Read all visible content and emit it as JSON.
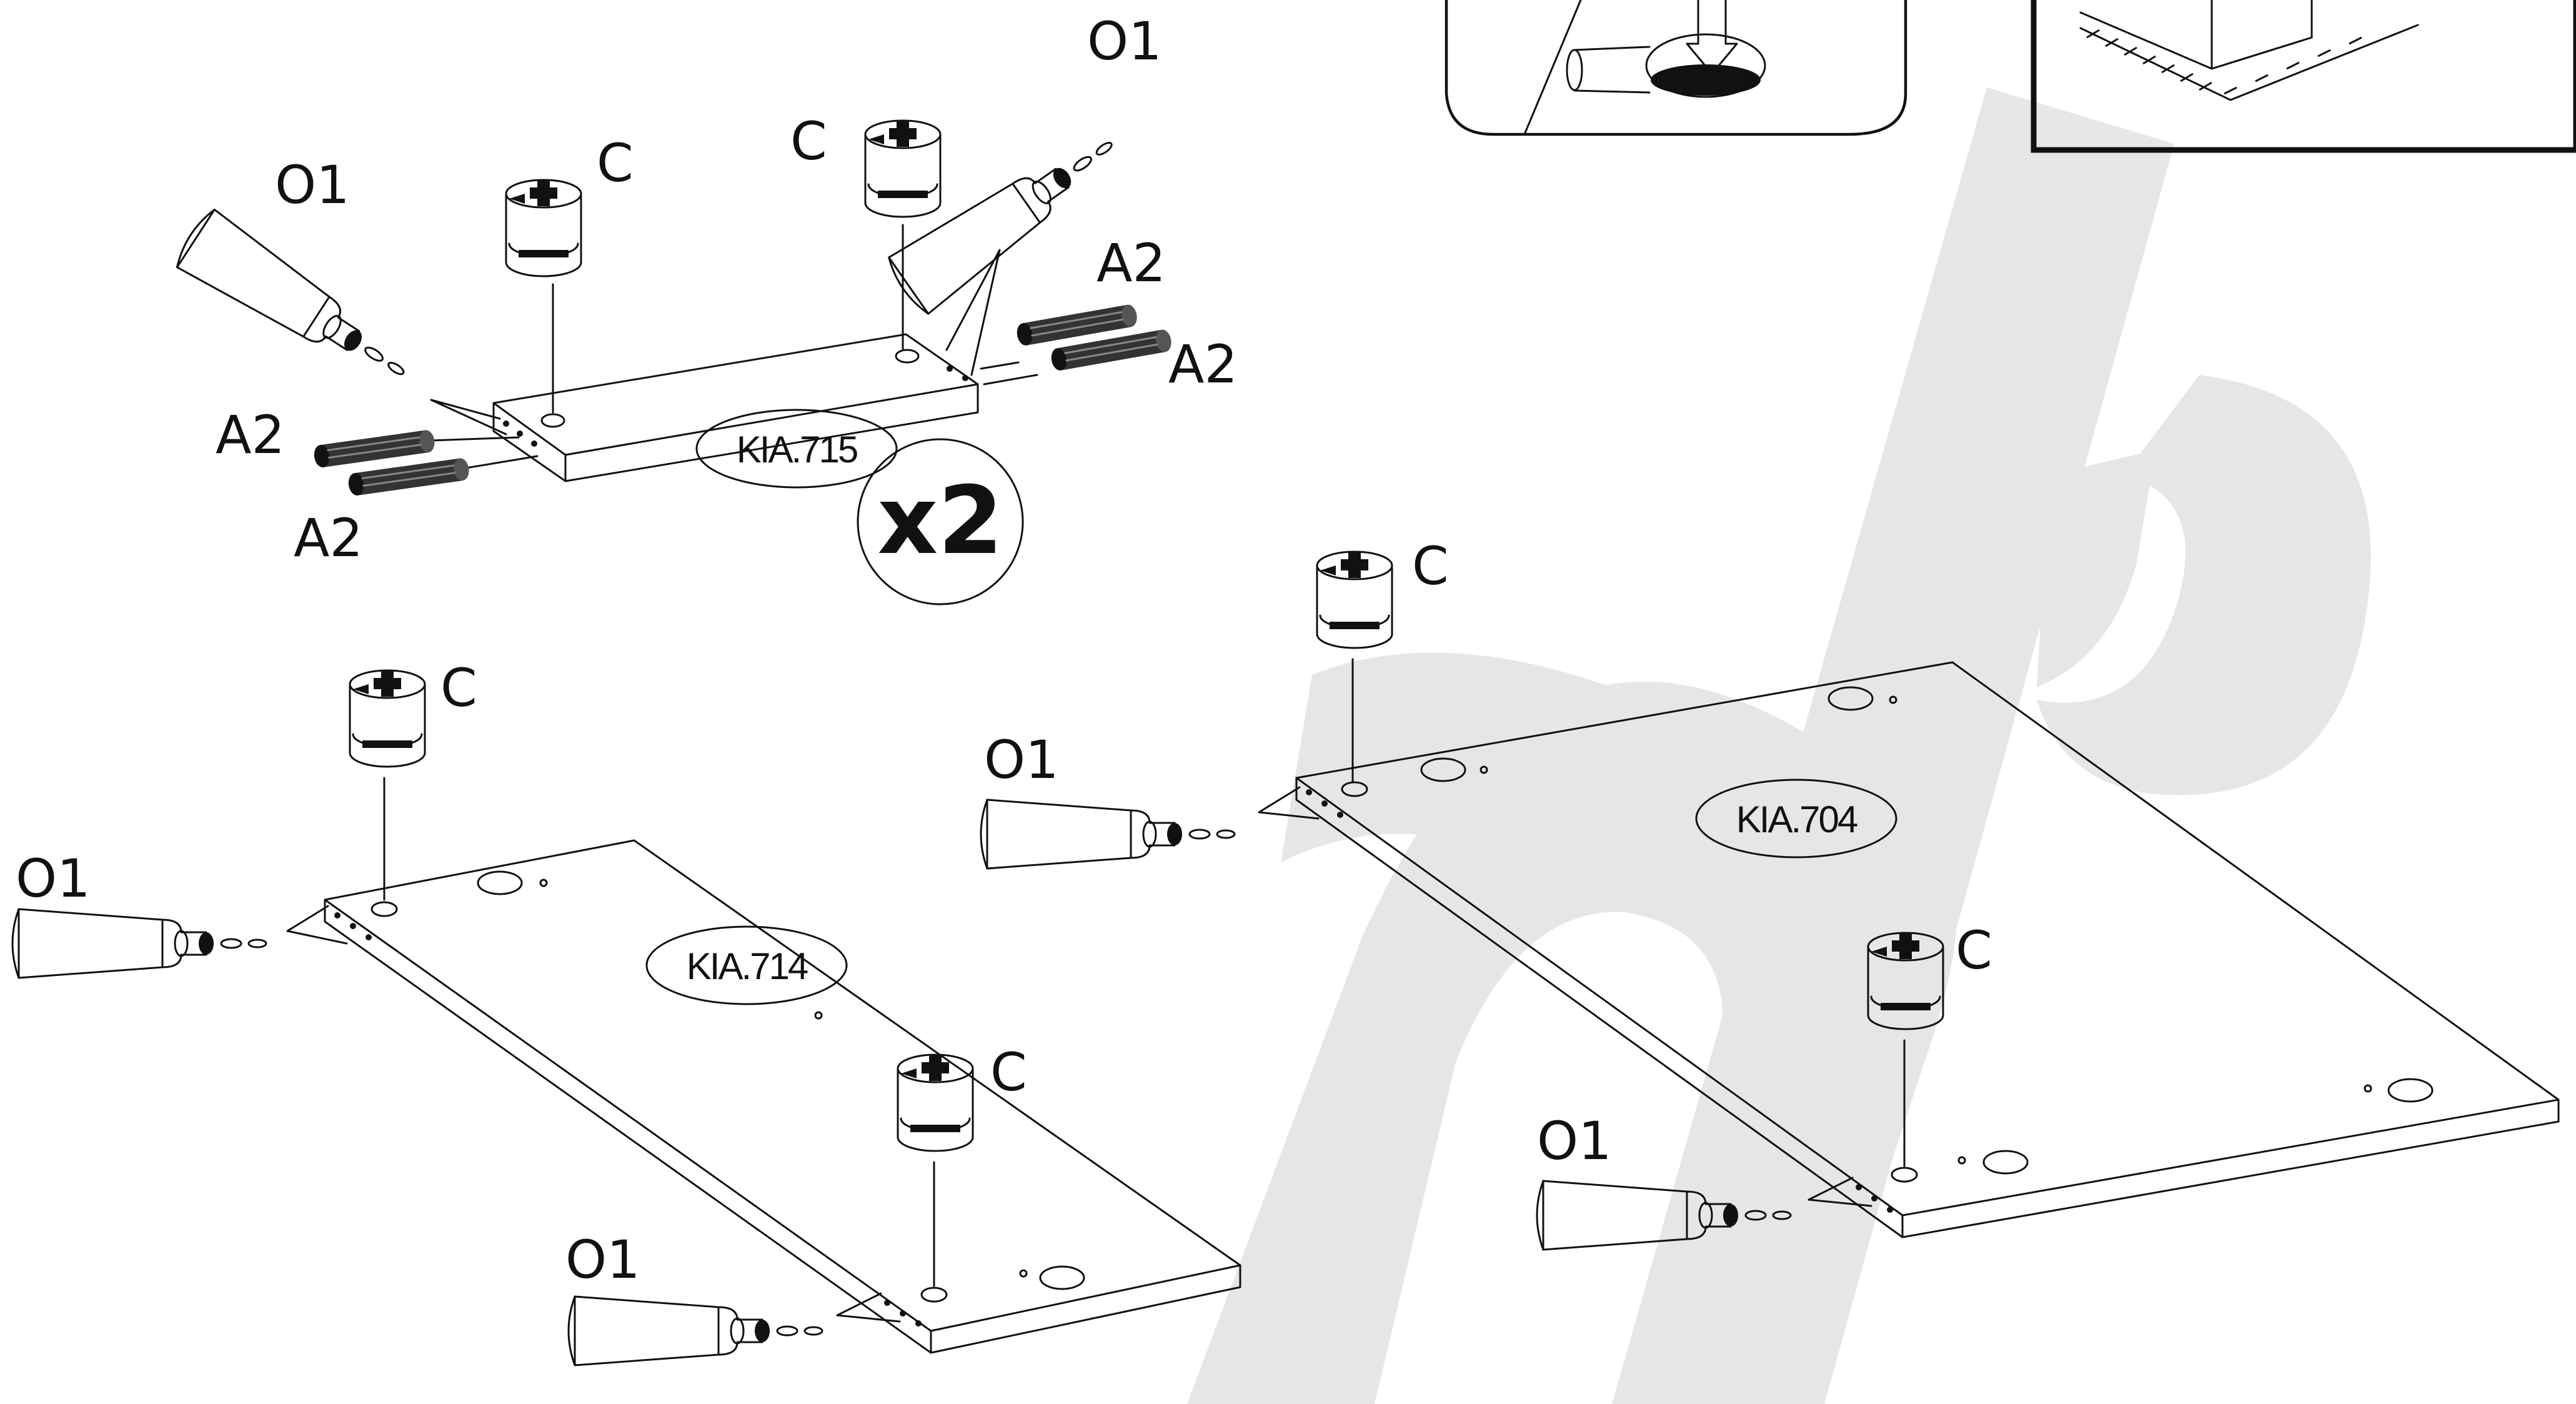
{
  "labels": {
    "glue": "O1",
    "cam": "C",
    "dowel": "A2",
    "quantity": "x2"
  },
  "parts": {
    "small_shelf": "KIA.715",
    "left_panel": "KIA.714",
    "right_panel": "KIA.704"
  },
  "colors": {
    "line": "#111111",
    "watermark": "#e6e6e6",
    "background": "#ffffff"
  },
  "icons": [
    "glue-tube-icon",
    "cam-lock-icon",
    "dowel-icon",
    "magnifier-inset"
  ]
}
